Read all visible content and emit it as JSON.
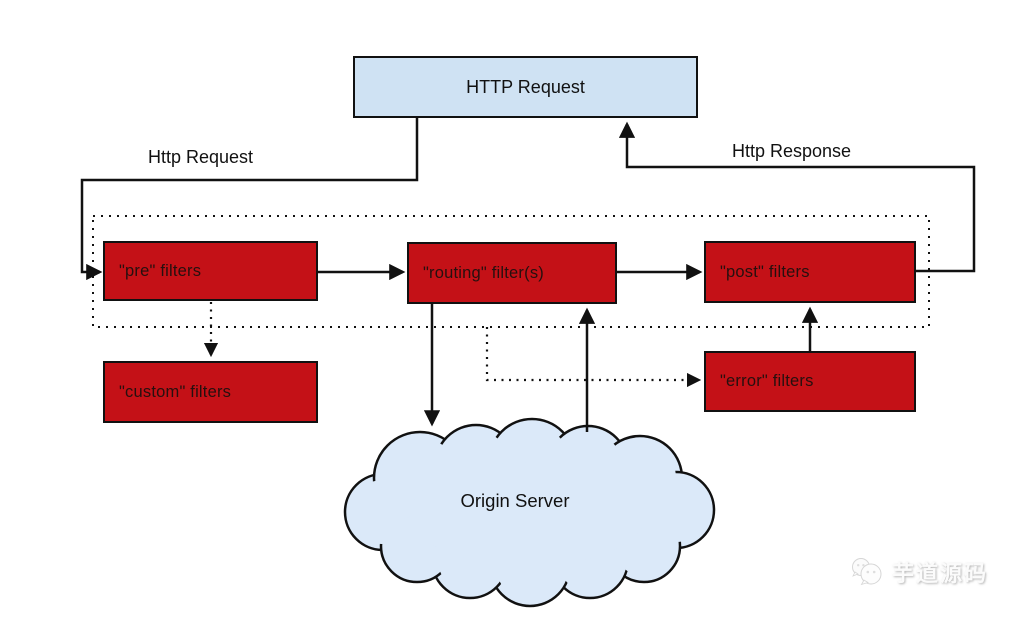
{
  "nodes": {
    "http_request": "HTTP Request",
    "pre": "\"pre\" filters",
    "routing": "\"routing\" filter(s)",
    "post": "\"post\" filters",
    "custom": "\"custom\" filters",
    "error": "\"error\" filters",
    "origin_server": "Origin Server"
  },
  "labels": {
    "http_request": "Http Request",
    "http_response": "Http Response"
  },
  "edges": [
    {
      "from": "http_request",
      "to": "pre",
      "style": "solid",
      "label": "Http Request"
    },
    {
      "from": "pre",
      "to": "routing",
      "style": "solid"
    },
    {
      "from": "routing",
      "to": "post",
      "style": "solid"
    },
    {
      "from": "post",
      "to": "http_request",
      "style": "solid",
      "label": "Http Response"
    },
    {
      "from": "pre",
      "to": "custom",
      "style": "dotted"
    },
    {
      "from": "routing",
      "to": "origin_server",
      "style": "solid"
    },
    {
      "from": "origin_server",
      "to": "routing",
      "style": "solid"
    },
    {
      "from": "error",
      "to": "post",
      "style": "solid"
    },
    {
      "from": "routing",
      "to": "error",
      "style": "dotted"
    }
  ],
  "watermark": {
    "text": "芋道源码",
    "icon": "wechat-icon"
  },
  "colors": {
    "filter_red": "#c41117",
    "request_blue": "#cfe2f3",
    "cloud_blue": "#dbe9f9",
    "line_black": "#111111"
  }
}
